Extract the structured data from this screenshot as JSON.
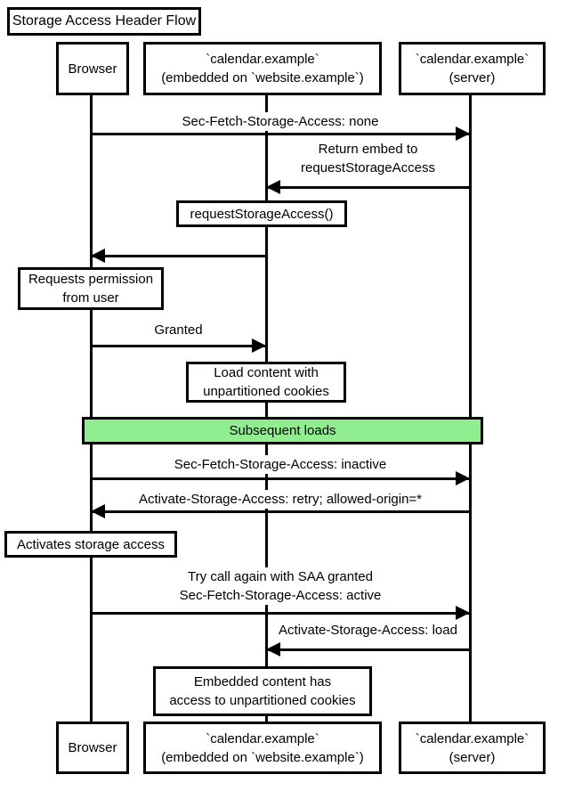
{
  "title": "Storage Access Header Flow",
  "colors": {
    "ink": "#000000",
    "paper": "#ffffff",
    "band_green": "#90EE90"
  },
  "actors": [
    {
      "id": "browser",
      "lines": [
        "Browser"
      ]
    },
    {
      "id": "embed",
      "lines": [
        "`calendar.example`",
        "(embedded on `website.example`)"
      ]
    },
    {
      "id": "server",
      "lines": [
        "`calendar.example`",
        "(server)"
      ]
    }
  ],
  "steps": [
    {
      "type": "message",
      "lines": [
        "Sec-Fetch-Storage-Access: none"
      ],
      "from": "browser",
      "to": "server"
    },
    {
      "type": "message",
      "lines": [
        "Return embed to",
        "requestStorageAccess"
      ],
      "from": "server",
      "to": "embed"
    },
    {
      "type": "note",
      "lines": [
        "requestStorageAccess()"
      ],
      "over": "embed"
    },
    {
      "type": "message",
      "lines": [],
      "from": "embed",
      "to": "browser"
    },
    {
      "type": "note",
      "lines": [
        "Requests permission",
        "from user"
      ],
      "over": "browser"
    },
    {
      "type": "message",
      "lines": [
        "Granted"
      ],
      "from": "browser",
      "to": "embed"
    },
    {
      "type": "note",
      "lines": [
        "Load content with",
        "unpartitioned cookies"
      ],
      "over": "embed"
    },
    {
      "type": "band",
      "lines": [
        "Subsequent loads"
      ]
    },
    {
      "type": "message",
      "lines": [
        "Sec-Fetch-Storage-Access: inactive"
      ],
      "from": "browser",
      "to": "server"
    },
    {
      "type": "message",
      "lines": [
        "Activate-Storage-Access: retry; allowed-origin=*"
      ],
      "from": "server",
      "to": "browser"
    },
    {
      "type": "note",
      "lines": [
        "Activates storage access"
      ],
      "over": "browser"
    },
    {
      "type": "message",
      "lines": [
        "Try call again with SAA granted",
        "Sec-Fetch-Storage-Access: active"
      ],
      "from": "browser",
      "to": "server"
    },
    {
      "type": "message",
      "lines": [
        "Activate-Storage-Access: load"
      ],
      "from": "server",
      "to": "embed"
    },
    {
      "type": "note",
      "lines": [
        "Embedded content has",
        "access to unpartitioned cookies"
      ],
      "over": "embed"
    }
  ]
}
